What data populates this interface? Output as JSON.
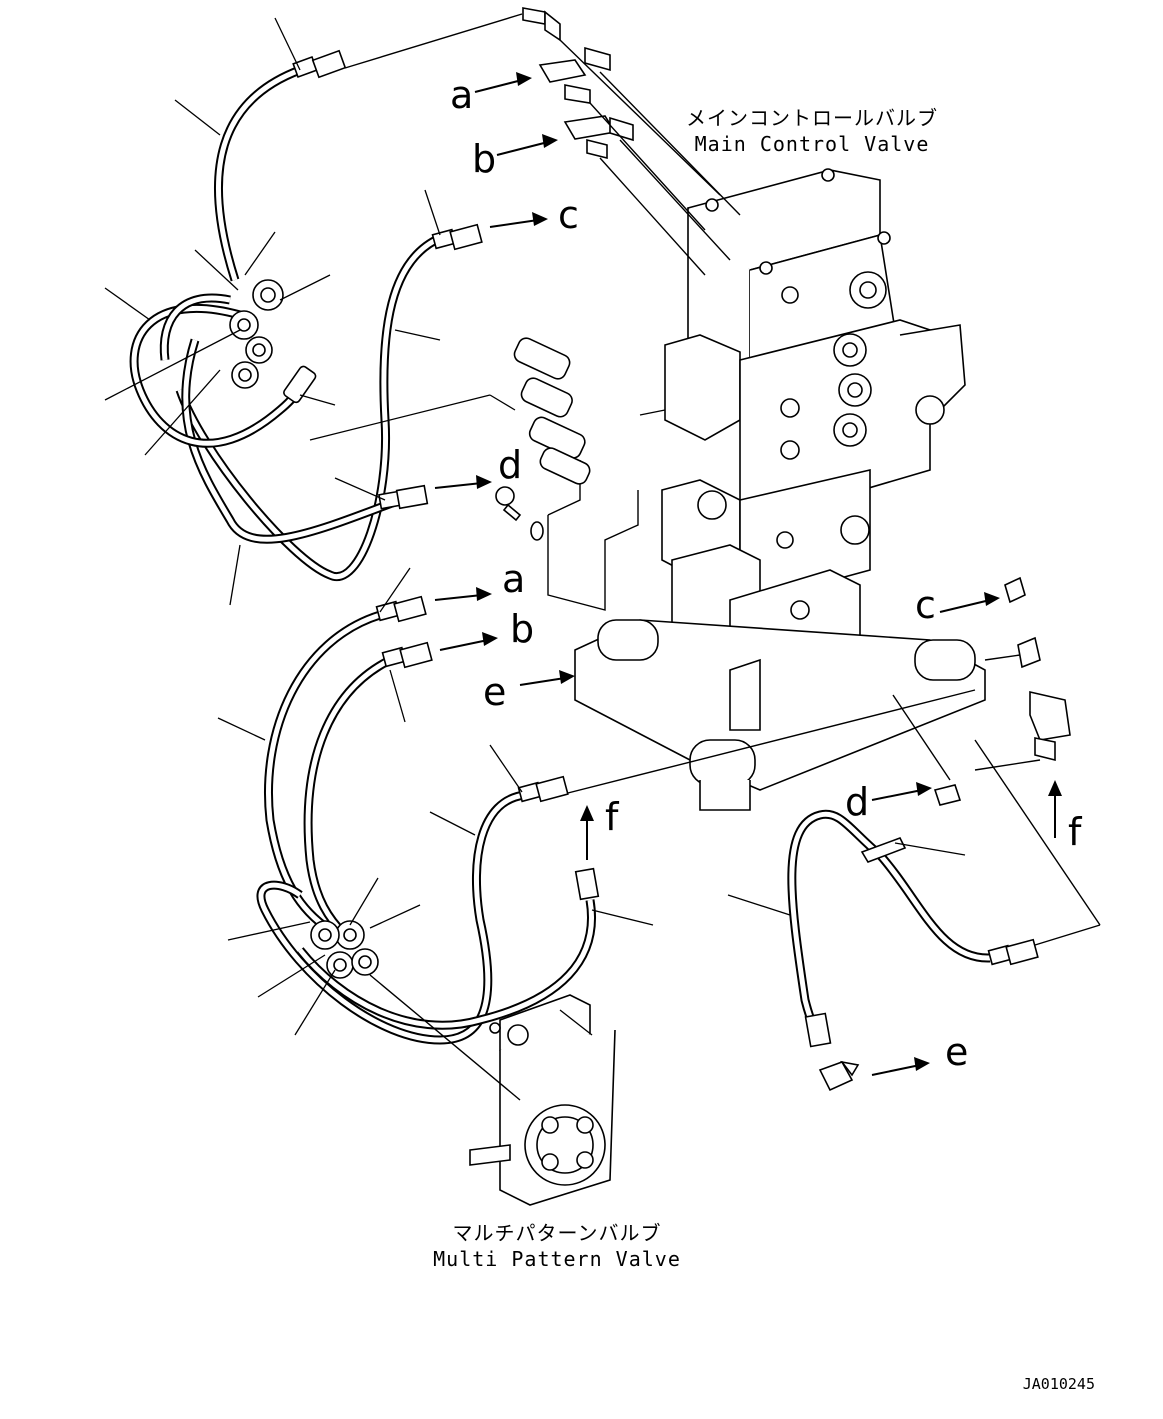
{
  "labels": {
    "main_valve_jp": "メインコントロールバルブ",
    "main_valve_en": "Main Control Valve",
    "multi_valve_jp": "マルチパターンバルブ",
    "multi_valve_en": "Multi Pattern Valve",
    "doc_number": "JA010245"
  },
  "connection_letters": {
    "a_top": "a",
    "b_top": "b",
    "c_top": "c",
    "d_mid": "d",
    "a_mid": "a",
    "b_mid": "b",
    "c_right": "c",
    "e_left": "e",
    "f_mid": "f",
    "d_low": "d",
    "f_right": "f",
    "e_low": "e"
  },
  "icons": [
    "arrow-icon",
    "hose-fitting-icon",
    "elbow-fitting-icon"
  ],
  "colors": {
    "ink": "#000000",
    "paper": "#ffffff"
  }
}
